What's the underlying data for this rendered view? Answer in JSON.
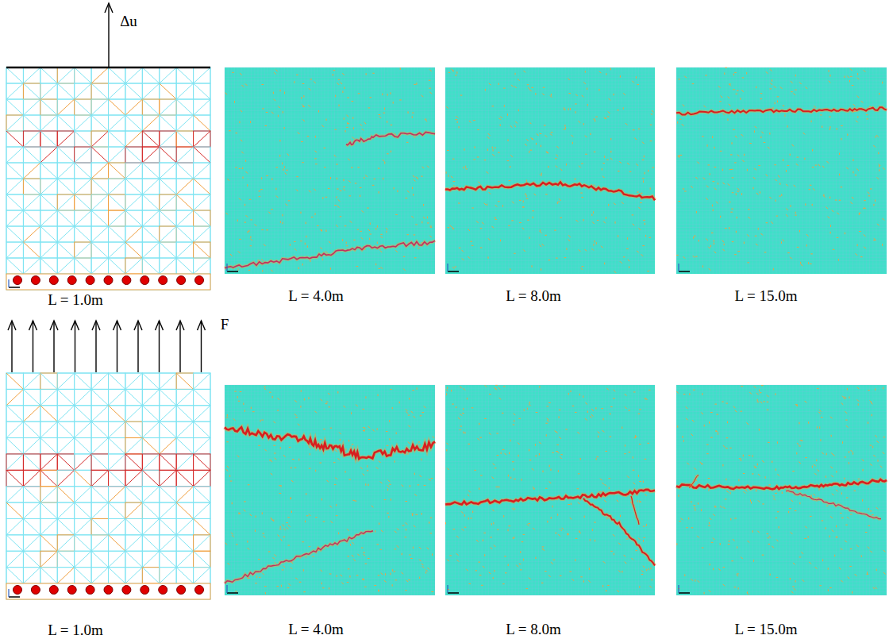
{
  "diagram": {
    "labels": [
      "Δu",
      "L = 1.0m",
      "L = 4.0m",
      "L = 8.0m",
      "L = 15.0m",
      "F",
      "L = 1.0m",
      "L = 4.0m",
      "L = 8.0m",
      "L = 15.0m"
    ]
  }
}
